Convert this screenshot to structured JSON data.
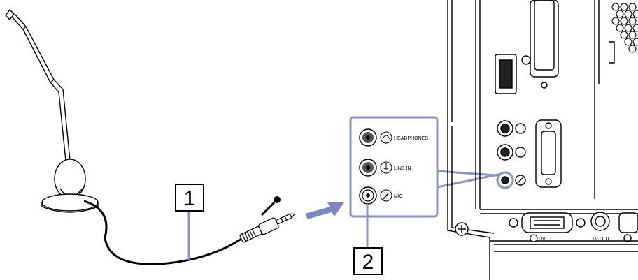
{
  "callouts": [
    {
      "number": "1"
    },
    {
      "number": "2"
    }
  ],
  "ports": [
    {
      "label": "HEADPHONES",
      "icon": "headphones-icon"
    },
    {
      "label": "LINE IN",
      "icon": "line-in-icon"
    },
    {
      "label": "MIC",
      "icon": "microphone-icon"
    }
  ],
  "rear_panel_labels": {
    "dvi": "DVI",
    "tv_out": "TV OUT"
  },
  "colors": {
    "highlight": "#8a93c4",
    "arrow": "#7d87bf",
    "line": "#000000"
  }
}
